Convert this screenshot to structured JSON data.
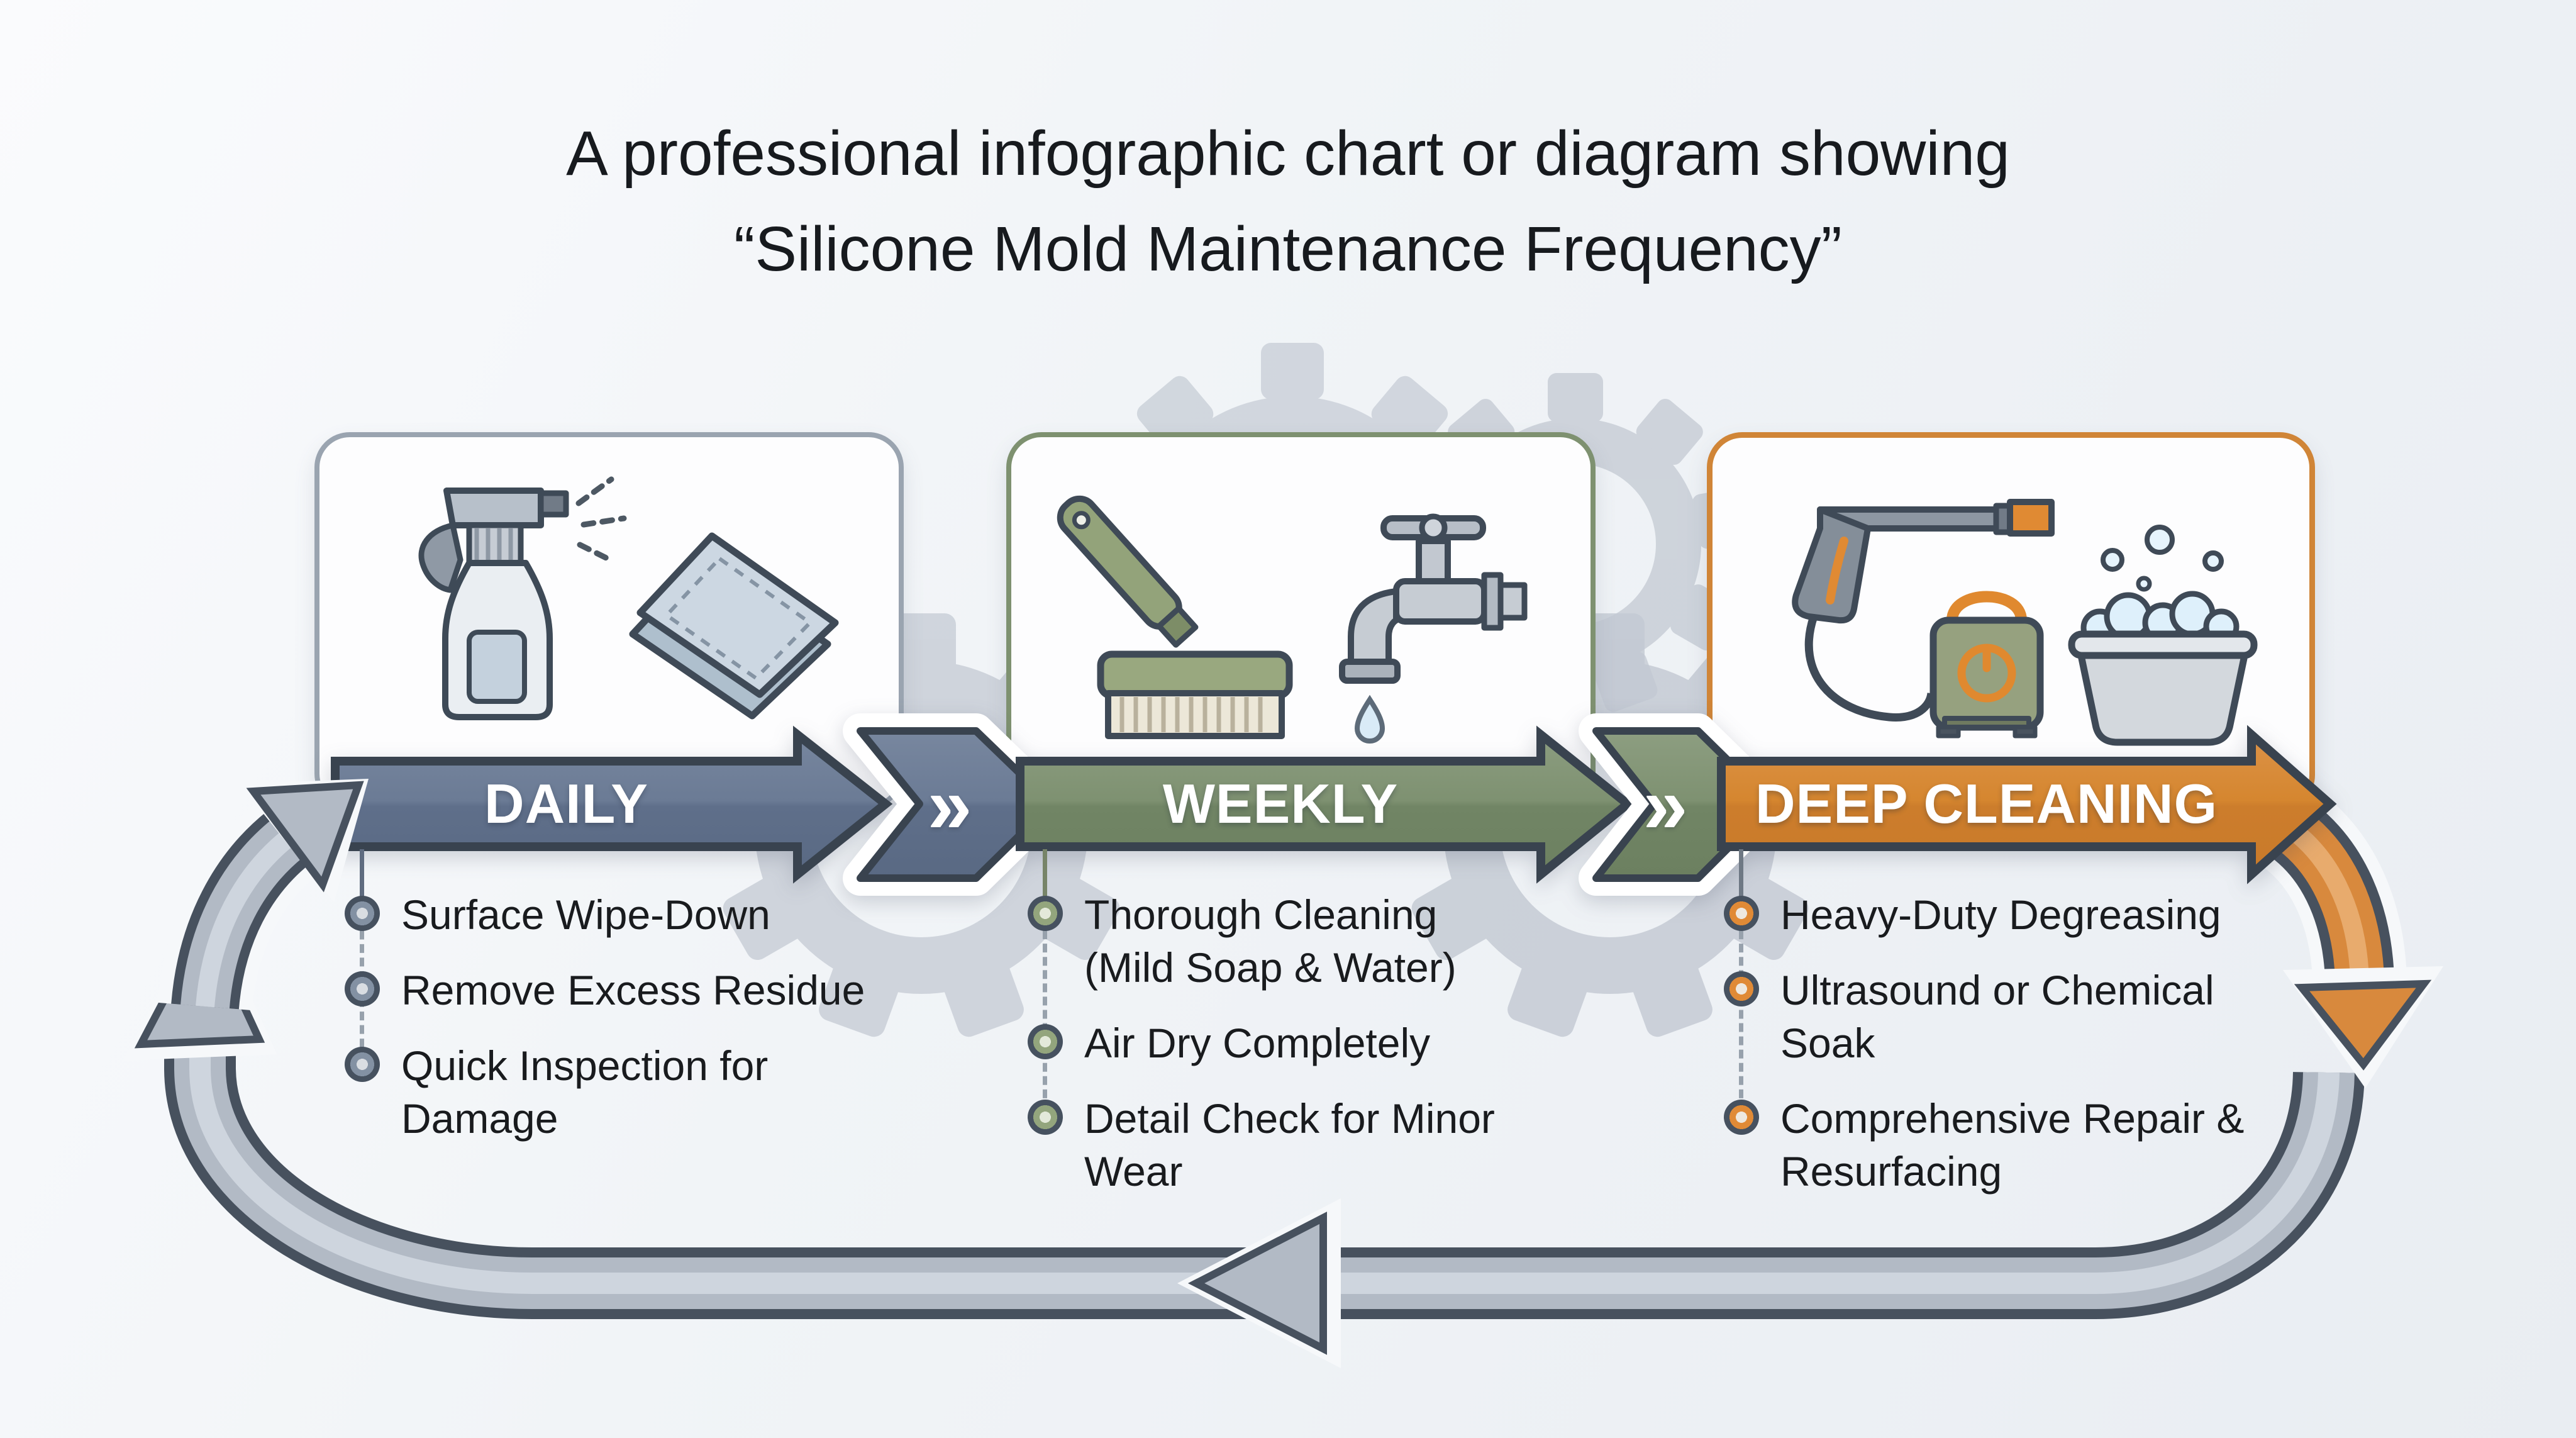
{
  "title": {
    "line1": "A professional infographic chart or diagram showing",
    "line2": "“Silicone Mold Maintenance Frequency”"
  },
  "chevron_glyph": "»",
  "colors": {
    "daily": "#66758f",
    "weekly": "#7d9070",
    "deep_cleaning": "#d5862f",
    "loop_arrow_gray": "#b2bac5",
    "background": "#f1f4f7"
  },
  "stages": [
    {
      "id": "daily",
      "label": "DAILY",
      "icons": [
        "spray-bottle-icon",
        "cleaning-cloth-icon"
      ],
      "items": [
        {
          "lines": [
            "Surface Wipe-Down"
          ]
        },
        {
          "lines": [
            "Remove Excess Residue"
          ]
        },
        {
          "lines": [
            "Quick Inspection for",
            "Damage"
          ]
        }
      ]
    },
    {
      "id": "weekly",
      "label": "WEEKLY",
      "icons": [
        "scrub-brush-icon",
        "faucet-icon",
        "water-drop-icon"
      ],
      "items": [
        {
          "lines": [
            "Thorough Cleaning",
            "(Mild Soap & Water)"
          ]
        },
        {
          "lines": [
            "Air Dry Completely"
          ]
        },
        {
          "lines": [
            "Detail Check for Minor",
            "Wear"
          ]
        }
      ]
    },
    {
      "id": "deep_cleaning",
      "label": "DEEP CLEANING",
      "icons": [
        "pressure-washer-icon",
        "washer-unit-icon",
        "soaking-basin-icon"
      ],
      "items": [
        {
          "lines": [
            "Heavy-Duty Degreasing"
          ]
        },
        {
          "lines": [
            "Ultrasound or Chemical",
            "Soak"
          ]
        },
        {
          "lines": [
            "Comprehensive Repair &",
            "Resurfacing"
          ]
        }
      ]
    }
  ]
}
